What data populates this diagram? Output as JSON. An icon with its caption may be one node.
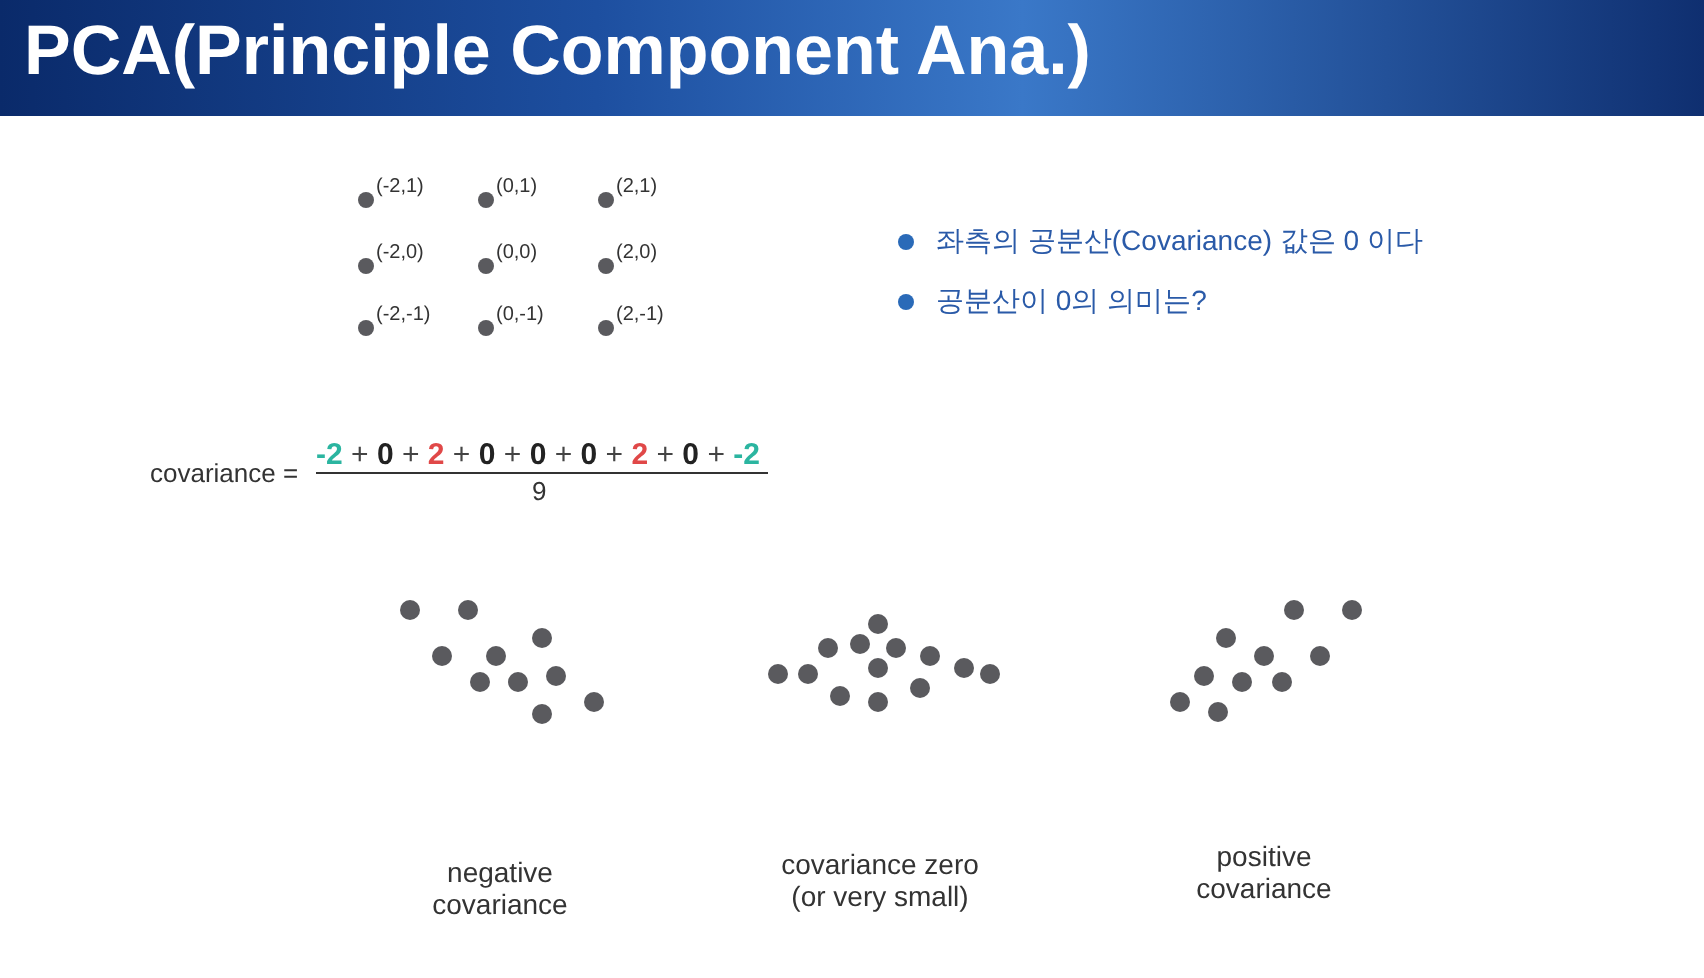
{
  "diagram": {
    "title": "PCA(Principle Component Ana.)",
    "labels": [
      "(-2,1)",
      "(0,1)",
      "(2,1)",
      "(-2,0)",
      "(0,0)",
      "(2,0)",
      "(-2,-1)",
      "(0,-1)",
      "(2,-1)",
      "좌측의 공분산(Covariance) 값은 0 이다",
      "공분산이 0의 의미는?",
      "covariance =",
      "-2 + 0 + 2 + 0 + 0 + 0 + 2 + 0 + -2",
      "9",
      "negative covariance",
      "covariance zero (or very small)",
      "positive covariance"
    ]
  }
}
